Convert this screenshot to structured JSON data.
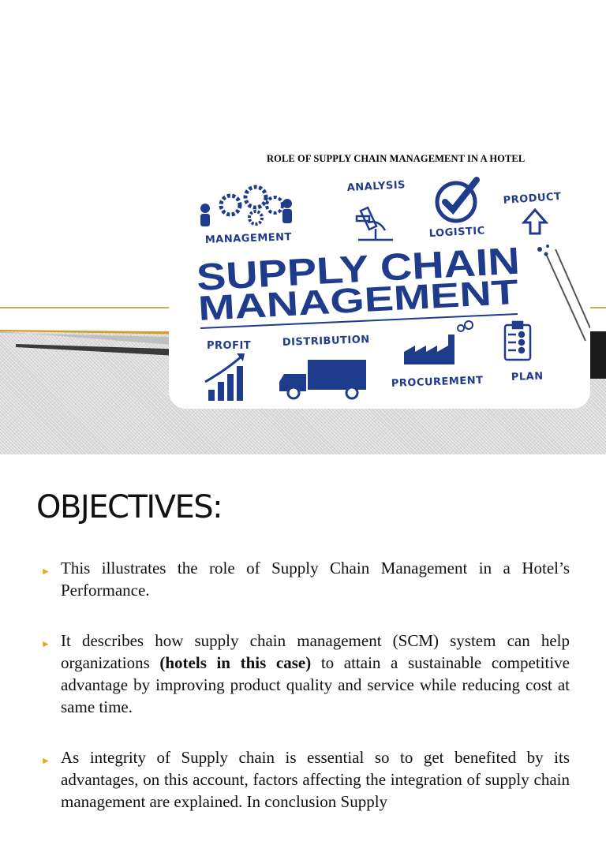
{
  "slide1": {
    "title": "ROLE OF SUPPLY CHAIN MANAGEMENT IN A HOTEL",
    "image": {
      "heading_line1": "SUPPLY CHAIN",
      "heading_line2": "MANAGEMENT",
      "labels": {
        "management": "MANAGEMENT",
        "analysis": "ANALYSIS",
        "logistic": "LOGISTIC",
        "product": "PRODUCT",
        "profit": "PROFIT",
        "distribution": "DISTRIBUTION",
        "procurement": "PROCUREMENT",
        "plan": "PLAN"
      }
    }
  },
  "slide2": {
    "heading": "OBJECTIVES:",
    "bullets": [
      {
        "text": "This illustrates the role of Supply Chain Management in a Hotel’s Performance."
      },
      {
        "before": "It describes how supply chain management (SCM) system can help organizations ",
        "bold": "(hotels in this case)",
        "after": " to attain a sustainable competitive advantage by improving product quality and service while reducing cost at same time."
      },
      {
        "text": "As integrity of Supply chain is essential so to get benefited by its advantages, on this account, factors affecting the integration of supply chain management are explained. In conclusion Supply"
      }
    ]
  },
  "colors": {
    "accent": "#e9a21b",
    "ink": "#1f3b8c"
  }
}
